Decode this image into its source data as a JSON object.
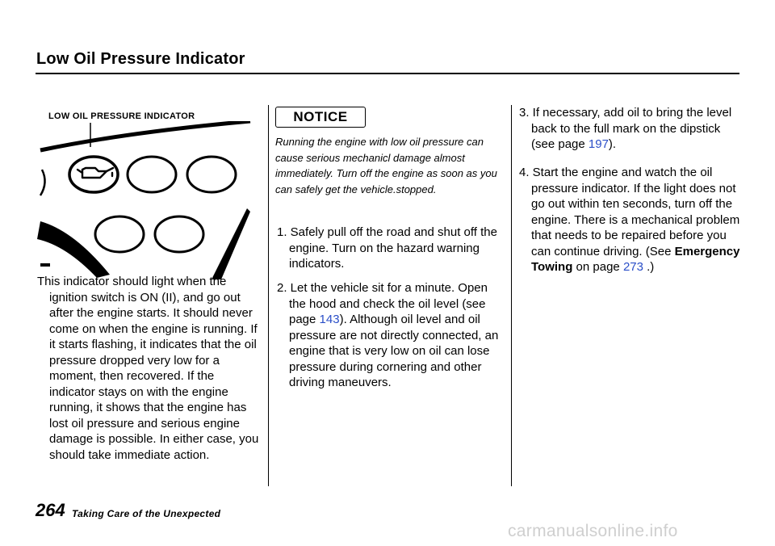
{
  "page": {
    "title": "Low Oil Pressure Indicator",
    "number": "264",
    "section": "Taking Care of the Unexpected"
  },
  "illustration": {
    "caption": "LOW OIL PRESSURE INDICATOR",
    "icon": "oil-can-icon"
  },
  "column1": {
    "paragraph": "This indicator should light when the ignition switch is ON (II), and go out after the engine starts. It should never come on when the engine is running. If it starts flashing, it indicates that the oil pressure dropped very low for a moment, then recovered. If the indicator stays on with the engine running, it shows that the engine has lost oil pressure and serious engine damage is possible. In either case, you should take immediate action."
  },
  "notice": {
    "label": "NOTICE",
    "text": "Running the engine with low oil pressure can cause serious mechanicl damage almost immediately. Turn off the engine as soon as you can safely get the vehicle.stopped."
  },
  "steps": [
    {
      "text": "1. Safely pull off the road and shut off the engine. Turn on the hazard warning indicators."
    },
    {
      "text_before": "2. Let the vehicle sit for a minute. Open the hood and check the oil level (see page ",
      "link": "143",
      "text_after": "). Although oil level and oil pressure are not directly connected, an engine that is very low on oil can lose pressure during cornering and other driving maneuvers."
    },
    {
      "text_before": "3. If necessary, add oil to bring the level back to the full mark on the dipstick (see page ",
      "link": "197",
      "text_after": ")."
    },
    {
      "text_before": "4. Start the engine and watch the oil pressure indicator. If the light does not go out within ten seconds, turn off the engine. There is a mechanical problem that needs to be repaired before you can continue driving. (See ",
      "bold": "Emergency Towing",
      "text_mid": " on page ",
      "link": "273",
      "text_after": " .)"
    }
  ],
  "watermark": "carmanualsonline.info"
}
